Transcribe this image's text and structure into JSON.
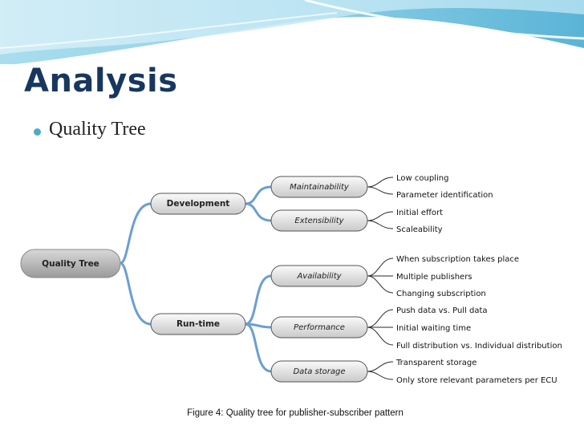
{
  "slide": {
    "title": "Analysis",
    "bullet": "Quality Tree"
  },
  "colors": {
    "title": "#17375e",
    "bullet": "#4bacc6",
    "connector": "#6a9fd3",
    "node_fill": "#d4d4d4",
    "root_fill": "#b4b4b4"
  },
  "diagram": {
    "root": "Quality Tree",
    "branches": [
      {
        "label": "Development",
        "children": [
          {
            "label": "Maintainability",
            "leaves": [
              "Low coupling",
              "Parameter identification"
            ]
          },
          {
            "label": "Extensibility",
            "leaves": [
              "Initial effort",
              "Scaleability"
            ]
          }
        ]
      },
      {
        "label": "Run-time",
        "children": [
          {
            "label": "Availability",
            "leaves": [
              "When subscription takes place",
              "Multiple publishers",
              "Changing subscription"
            ]
          },
          {
            "label": "Performance",
            "leaves": [
              "Push data vs. Pull data",
              "Initial waiting time",
              "Full distribution vs. Individual distribution"
            ]
          },
          {
            "label": "Data storage",
            "leaves": [
              "Transparent storage",
              "Only store relevant parameters per ECU"
            ]
          }
        ]
      }
    ],
    "caption": "Figure 4: Quality tree for publisher-subscriber pattern"
  }
}
